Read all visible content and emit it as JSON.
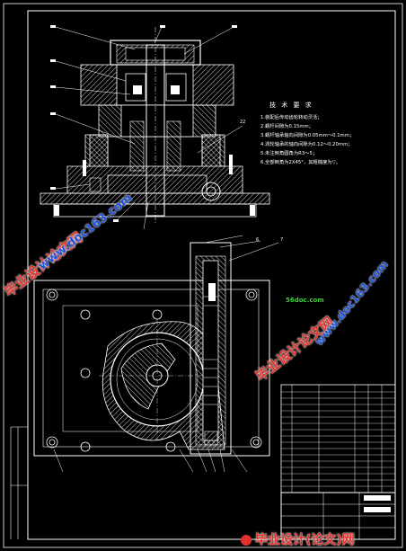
{
  "technical_requirements": {
    "title": "技 术 要 求",
    "items": [
      "1.装配后传动齿轮转动灵活；",
      "2.蜗杆间隙为0.15mm；",
      "3.蜗杆轴承轴向间隙为0.05mm～0.1mm；",
      "4.涡轮轴承的轴向间隙为0.12～0.20mm；",
      "5.未注倒角圆角为R3～5；",
      "6.全部倒角为2X45°，其粗糙度为▽。"
    ]
  },
  "watermarks": {
    "cn_left": "毕业设计论文网",
    "url_left": "www.doc163.com",
    "cn_right": "毕业设计论文网",
    "url_right": "www.doc163.com",
    "url_small": "56doc.com",
    "footer": "毕业设计(论文)网"
  },
  "part_numbers": [
    "22",
    "6",
    "7"
  ]
}
